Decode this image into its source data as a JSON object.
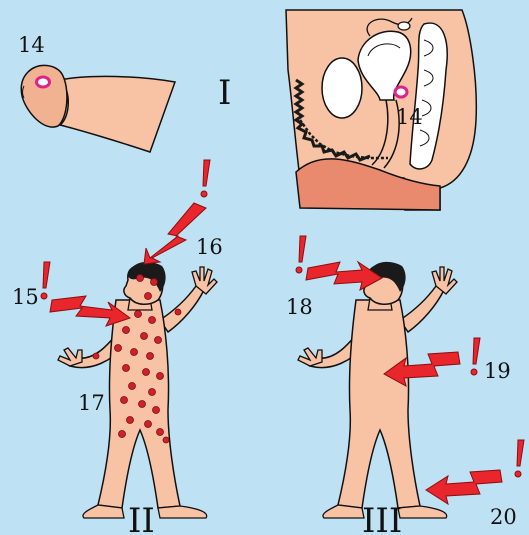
{
  "panels": {
    "one": {
      "roman": "I"
    },
    "two": {
      "roman": "II"
    },
    "three": {
      "roman": "III"
    }
  },
  "labels": {
    "n14_top": "14",
    "n14_body": "14",
    "n15": "15",
    "n16": "16",
    "n17": "17",
    "n18": "18",
    "n19": "19",
    "n20": "20"
  },
  "colors": {
    "background": "#bfe1f4",
    "skin": "#f7c3a4",
    "skin_dark": "#e98a6e",
    "lesion": "#d0202a",
    "arrow": "#e8262b",
    "ulcer": "#e0218a",
    "hair": "#1a1a1a"
  }
}
